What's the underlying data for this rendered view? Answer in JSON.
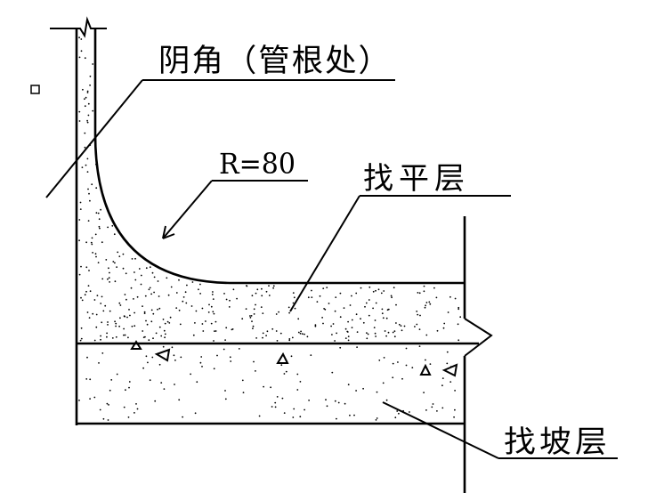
{
  "diagram": {
    "labels": {
      "inner_corner": "阴角（管根处）",
      "radius": "R=80",
      "leveling_layer": "找平层",
      "slope_layer": "找坡层"
    },
    "colors": {
      "line": "#000000",
      "background": "#ffffff"
    }
  }
}
